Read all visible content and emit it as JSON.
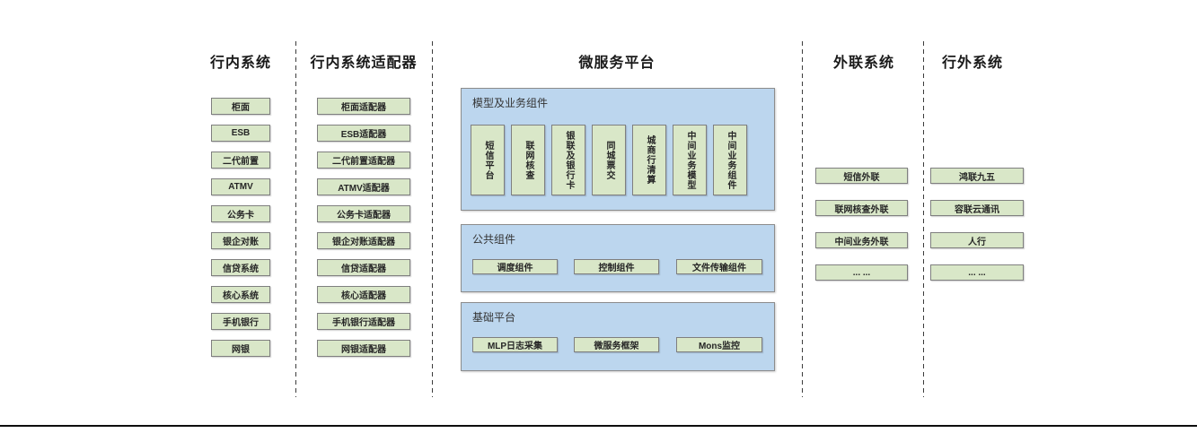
{
  "col_internal": {
    "title": "行内系统",
    "items": [
      "柜面",
      "ESB",
      "二代前置",
      "ATMV",
      "公务卡",
      "银企对账",
      "信贷系统",
      "核心系统",
      "手机银行",
      "网银"
    ]
  },
  "col_adapter": {
    "title": "行内系统适配器",
    "items": [
      "柜面适配器",
      "ESB适配器",
      "二代前置适配器",
      "ATMV适配器",
      "公务卡适配器",
      "银企对账适配器",
      "信贷适配器",
      "核心适配器",
      "手机银行适配器",
      "网银适配器"
    ]
  },
  "platform": {
    "title": "微服务平台",
    "model_group": {
      "title": "模型及业务组件",
      "items": [
        "短信平台",
        "联网核查",
        "银联及银行卡",
        "同城票交",
        "城商行清算",
        "中间业务模型",
        "中间业务组件"
      ]
    },
    "common_group": {
      "title": "公共组件",
      "items": [
        "调度组件",
        "控制组件",
        "文件传输组件"
      ]
    },
    "base_group": {
      "title": "基础平台",
      "items": [
        "MLP日志采集",
        "微服务框架",
        "Mons监控"
      ]
    }
  },
  "col_outreach": {
    "title": "外联系统",
    "items": [
      "短信外联",
      "联网核查外联",
      "中间业务外联",
      "... ..."
    ]
  },
  "col_external": {
    "title": "行外系统",
    "items": [
      "鸿联九五",
      "容联云通讯",
      "人行",
      "... ..."
    ]
  },
  "colors": {
    "node_fill": "#d9e7c8",
    "node_border": "#7f7f7f",
    "panel_fill": "#bcd6ee",
    "panel_border": "#8c8c8c"
  }
}
